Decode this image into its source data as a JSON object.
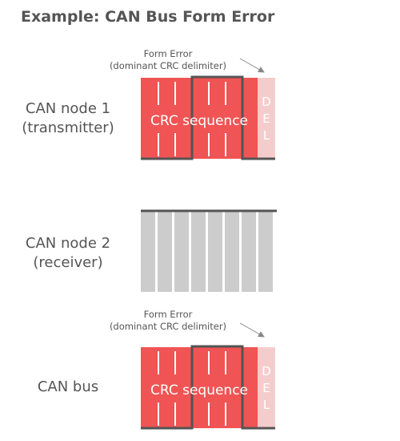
{
  "title": "Example: CAN Bus Form Error",
  "nodes": [
    {
      "label_line1": "CAN node 1",
      "label_line2": "(transmitter)"
    },
    {
      "label_line1": "CAN node 2",
      "label_line2": "(receiver)"
    },
    {
      "label_line1": "CAN bus",
      "label_line2": ""
    }
  ],
  "annotation": {
    "line1": "Form Error",
    "line2": "(dominant CRC delimiter)"
  },
  "crc_label": "CRC sequence",
  "del_letters": [
    "D",
    "E",
    "L"
  ],
  "colors": {
    "crc_fill": "#f05454",
    "del_fill": "#f5cccc",
    "receiver_bits": "#cccccc",
    "signal_line": "#555555",
    "text": "#555555",
    "bit_separator": "#ffffff"
  }
}
